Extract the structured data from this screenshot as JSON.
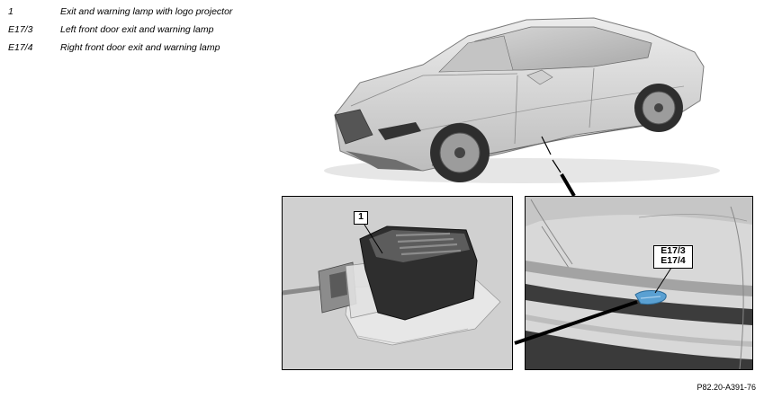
{
  "legend": [
    {
      "code": "1",
      "description": "Exit and warning lamp with logo projector"
    },
    {
      "code": "E17/3",
      "description": "Left front door exit and warning lamp"
    },
    {
      "code": "E17/4",
      "description": "Right front door exit and warning lamp"
    }
  ],
  "callouts": {
    "projector": "1",
    "door_lamp_left": "E17/3",
    "door_lamp_right": "E17/4"
  },
  "figure_reference": "P82.20-A391-76",
  "colors": {
    "lamp_highlight": "#5aa0d2",
    "panel_background": "#d0d0d0"
  }
}
